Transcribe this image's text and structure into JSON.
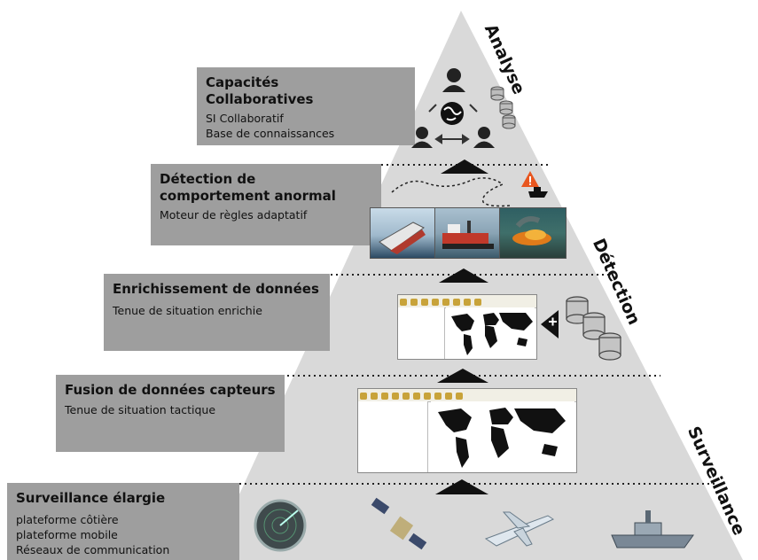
{
  "levels": [
    {
      "title": "Capacités\nCollaboratives",
      "lines": [
        "SI Collaboratif",
        "Base de connaissances"
      ]
    },
    {
      "title": "Détection de\ncomportement anormal",
      "lines": [
        "Moteur de règles adaptatif"
      ]
    },
    {
      "title": "Enrichissement de données",
      "lines": [
        "Tenue de situation enrichie"
      ]
    },
    {
      "title": "Fusion de données capteurs",
      "lines": [
        "Tenue de situation tactique"
      ]
    },
    {
      "title": "Surveillance élargie",
      "lines": [
        "plateforme côtière",
        "plateforme mobile",
        "Réseaux de communication"
      ]
    }
  ],
  "side_labels": {
    "top": "Analyse",
    "middle": "Détection",
    "bottom": "Surveillance"
  },
  "icons": {
    "collab": [
      "person-icon",
      "globe-icon",
      "database-icon",
      "exchange-arrows-icon"
    ],
    "detection": [
      "ship-track-icon",
      "warning-icon",
      "ship-photo-1",
      "ship-photo-2",
      "ship-fire-photo"
    ],
    "enrich": [
      "map-window-icon",
      "database-stack-icon",
      "plus-arrow-icon"
    ],
    "fusion": [
      "map-window-icon"
    ],
    "surveillance": [
      "radar-icon",
      "satellite-icon",
      "aircraft-icon",
      "warship-icon"
    ]
  },
  "colors": {
    "pyramid": "#d9d9d9",
    "box": "#9e9e9e",
    "arrow": "#111111",
    "warning": "#e8561f"
  }
}
